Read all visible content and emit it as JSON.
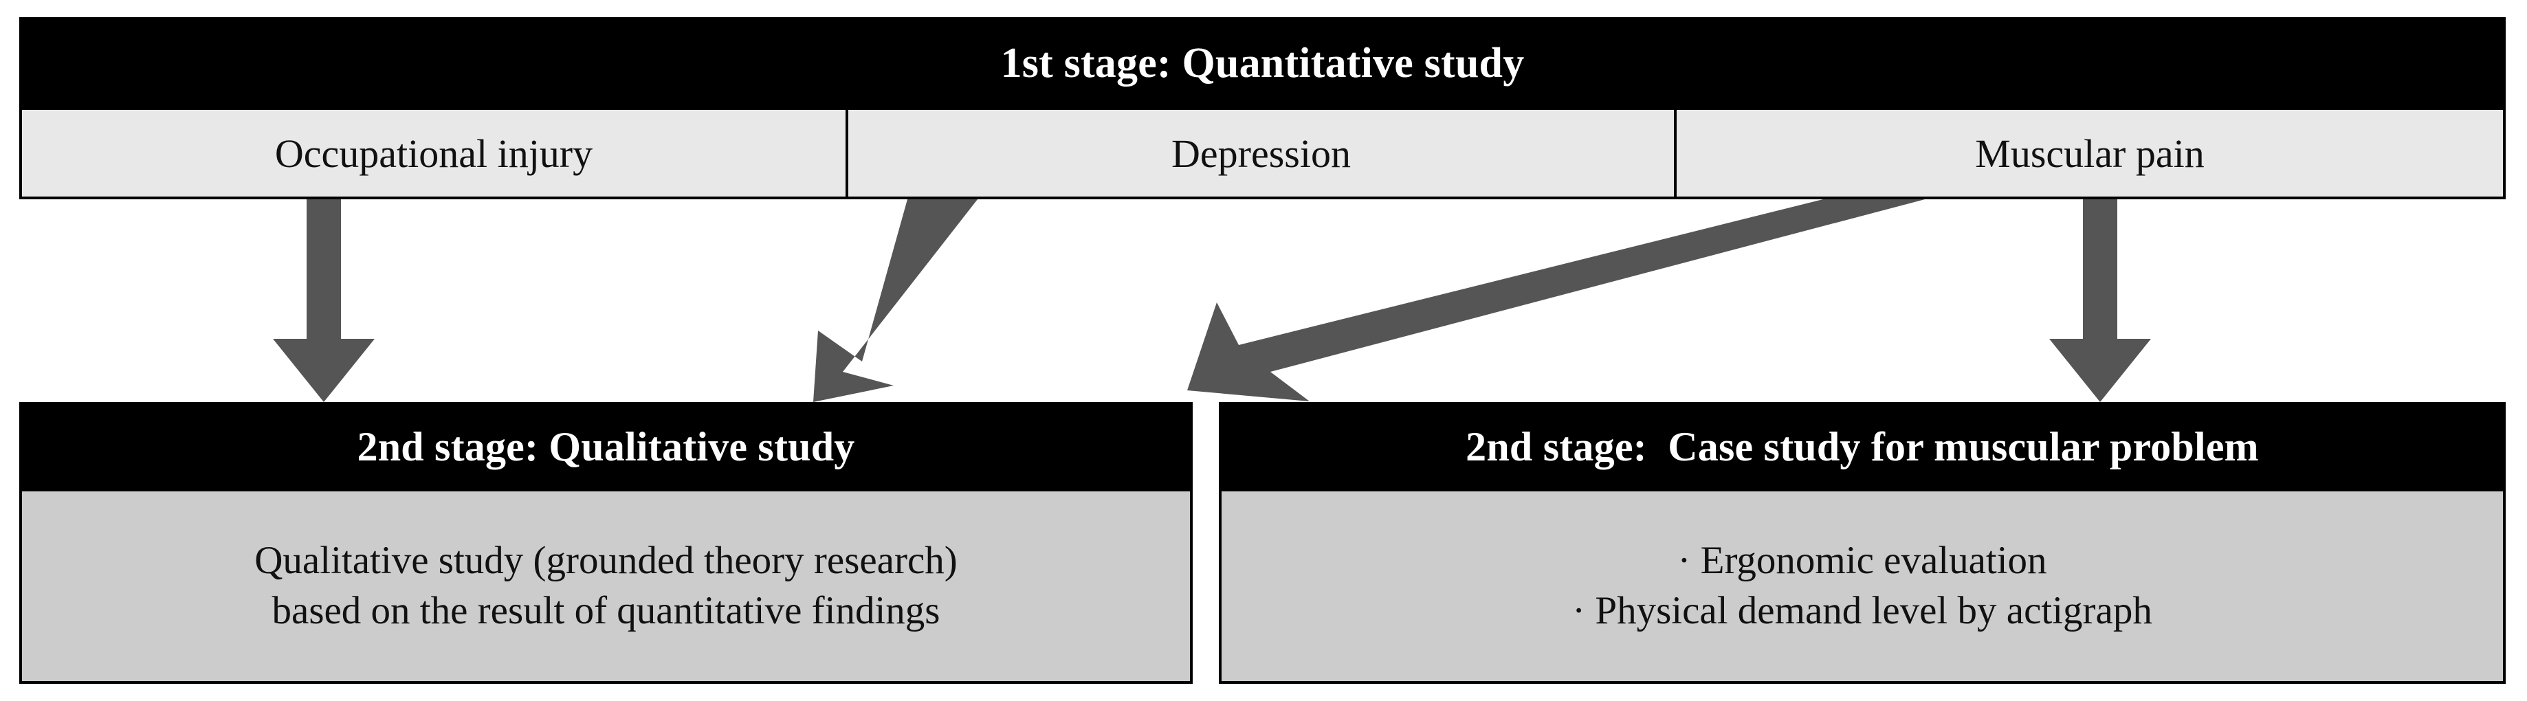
{
  "diagram": {
    "title": "Two-stage mixed-methods study design flow chart",
    "colors": {
      "header_bg": "#000000",
      "header_text": "#ffffff",
      "stage1_cell_bg": "#e8e8e8",
      "stage2_body_bg": "#cccccc",
      "border": "#000000",
      "arrow_fill": "#555555",
      "page_bg": "#ffffff"
    }
  },
  "stage1": {
    "header": "1st stage: Quantitative study",
    "cells": [
      {
        "label": "Occupational injury"
      },
      {
        "label": "Depression"
      },
      {
        "label": "Muscular pain"
      }
    ]
  },
  "arrows": [
    {
      "name": "arrow-occupational-to-qualitative",
      "kind": "straight-down",
      "from": "Occupational injury",
      "to": "2nd stage: Qualitative study"
    },
    {
      "name": "arrow-depression-to-qualitative",
      "kind": "diagonal-down-left",
      "from": "Depression",
      "to": "2nd stage: Qualitative study"
    },
    {
      "name": "arrow-muscular-to-qualitative",
      "kind": "long-diagonal-down-left",
      "from": "Muscular pain",
      "to": "2nd stage: Qualitative study"
    },
    {
      "name": "arrow-muscular-to-case-study",
      "kind": "straight-down",
      "from": "Muscular pain",
      "to": "2nd stage:  Case study for muscular problem"
    }
  ],
  "stage2": {
    "left": {
      "header": "2nd stage: Qualitative study",
      "lines": [
        "Qualitative study (grounded theory research)",
        "based on the result of quantitative findings"
      ]
    },
    "right": {
      "header": "2nd stage:  Case study for muscular problem",
      "lines": [
        "· Ergonomic evaluation",
        "· Physical demand level by actigraph"
      ]
    }
  }
}
